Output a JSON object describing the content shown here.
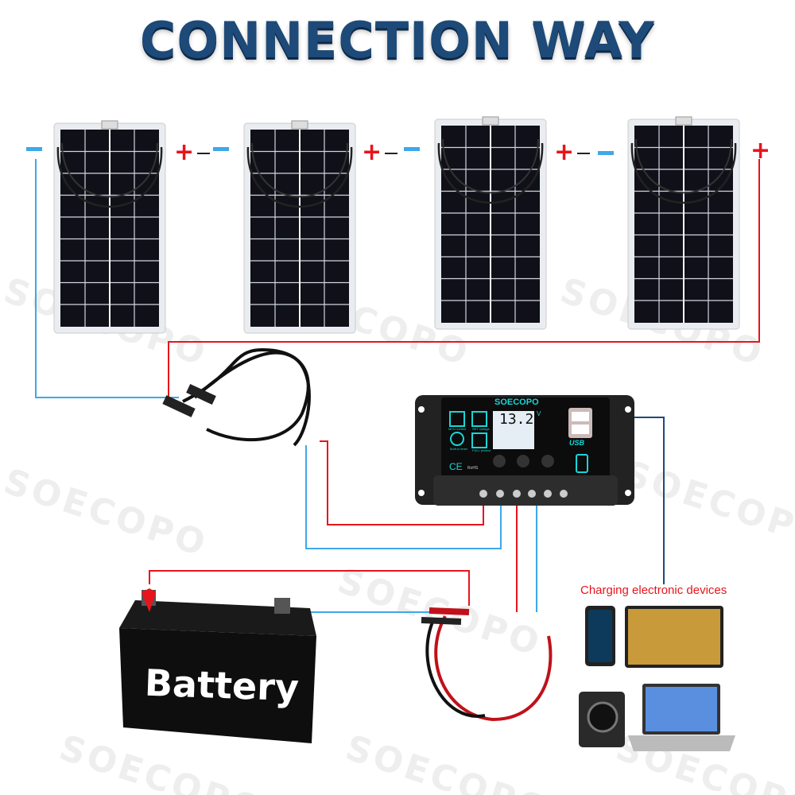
{
  "title": "CONNECTION WAY",
  "watermark": "SOECOPO",
  "panels": [
    {
      "name": "solar-panel-1"
    },
    {
      "name": "solar-panel-2"
    },
    {
      "name": "solar-panel-3"
    },
    {
      "name": "solar-panel-4"
    }
  ],
  "signs": {
    "plus": "+",
    "minus": "-"
  },
  "controller": {
    "brand": "SOECOPO",
    "voltage": "13.2",
    "unit": "V",
    "usb": "USB",
    "features": [
      "MCU control",
      "SET voltage",
      "Built-in timer",
      "FULL protect"
    ],
    "ce": "CE",
    "rohs": "RoHS"
  },
  "battery_label": "Battery",
  "devices_label": "Charging electronic devices",
  "colors": {
    "positive": "#e8141c",
    "negative": "#3ea8ea",
    "usb_wire": "#1d4a78",
    "title": "#1d4a78"
  }
}
